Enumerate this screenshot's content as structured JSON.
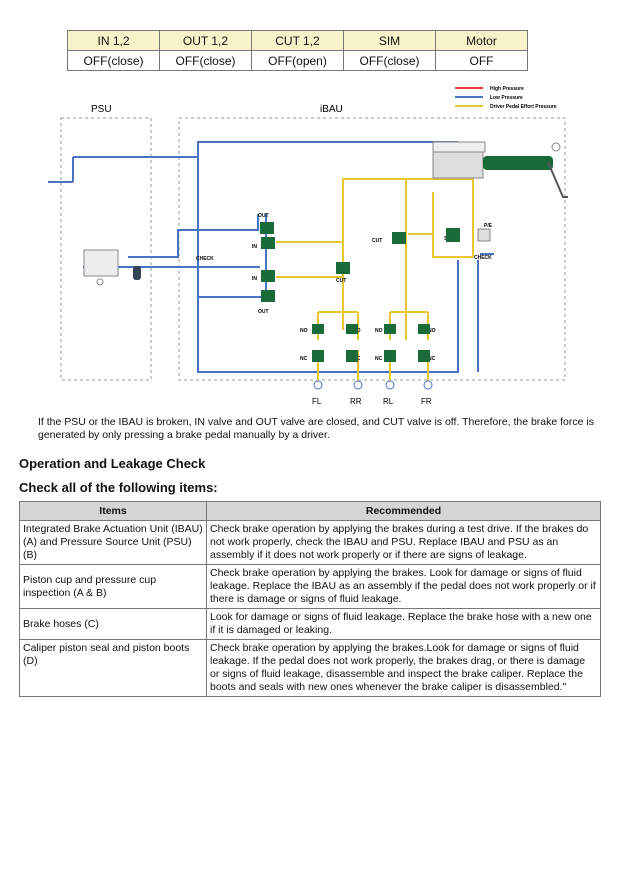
{
  "state_table": {
    "headers": [
      "IN 1,2",
      "OUT 1,2",
      "CUT 1,2",
      "SIM",
      "Motor"
    ],
    "values": [
      "OFF(close)",
      "OFF(close)",
      "OFF(open)",
      "OFF(close)",
      "OFF"
    ]
  },
  "diagram": {
    "psu_label": "PSU",
    "ibau_label": "iBAU",
    "legend": {
      "high": "High Pressure",
      "low": "Low Pressure",
      "pedal": "Driver Pedal Effort Pressure"
    },
    "colors": {
      "high": "#e53935",
      "low": "#4a73c5",
      "pedal": "#e8c62e",
      "motor": "#1a6b3a"
    },
    "labels": {
      "out_top": "OUT",
      "in_top": "IN",
      "check_left": "CHECK",
      "in_bottom": "IN",
      "out_bottom": "OUT",
      "cut_left": "CUT",
      "cut_right": "CUT",
      "sim": "SIM",
      "pe": "P/E",
      "check_right": "CHECK",
      "no1": "NO",
      "no2": "NO",
      "no3": "NO",
      "no4": "NO",
      "nc1": "NC",
      "nc2": "NC",
      "nc3": "NC",
      "nc4": "NC"
    },
    "wheels": [
      "FL",
      "RR",
      "RL",
      "FR"
    ]
  },
  "paragraph": "If the PSU or the IBAU is broken, IN valve and OUT valve are closed, and CUT valve is off. Therefore, the brake force is generated by only pressing a brake pedal manually by a driver.",
  "heading1": "Operation and Leakage Check",
  "heading2": "Check all of the following items:",
  "check_table": {
    "col_items": "Items",
    "col_recommended": "Recommended",
    "rows": [
      {
        "item": "Integrated Brake Actuation Unit (IBAU) (A) and Pressure Source Unit (PSU) (B)",
        "rec": "Check brake operation by applying the brakes during a test drive. If the brakes do not work properly, check the IBAU and PSU. Replace IBAU and PSU as an assembly if it does not work properly or if there are signs of leakage."
      },
      {
        "item": "Piston cup and pressure cup inspection (A & B)",
        "rec": "Check brake operation by applying the brakes. Look for damage or signs of fluid leakage. Replace the IBAU as an assembly if the pedal does not work properly or if there is damage or signs of fluid leakage."
      },
      {
        "item": "Brake hoses (C)",
        "rec": "Look for damage or signs of fluid leakage. Replace the brake hose with a new one if it is damaged or leaking."
      },
      {
        "item": "Caliper piston seal and piston boots (D)",
        "rec": "Check brake operation by applying the brakes.Look for damage or signs of fluid leakage. If the pedal does not work properly, the brakes drag, or there is damage or signs of fluid leakage, disassemble and inspect the brake caliper. Replace the boots and seals with new ones whenever the brake caliper is disassembled.\""
      }
    ]
  }
}
